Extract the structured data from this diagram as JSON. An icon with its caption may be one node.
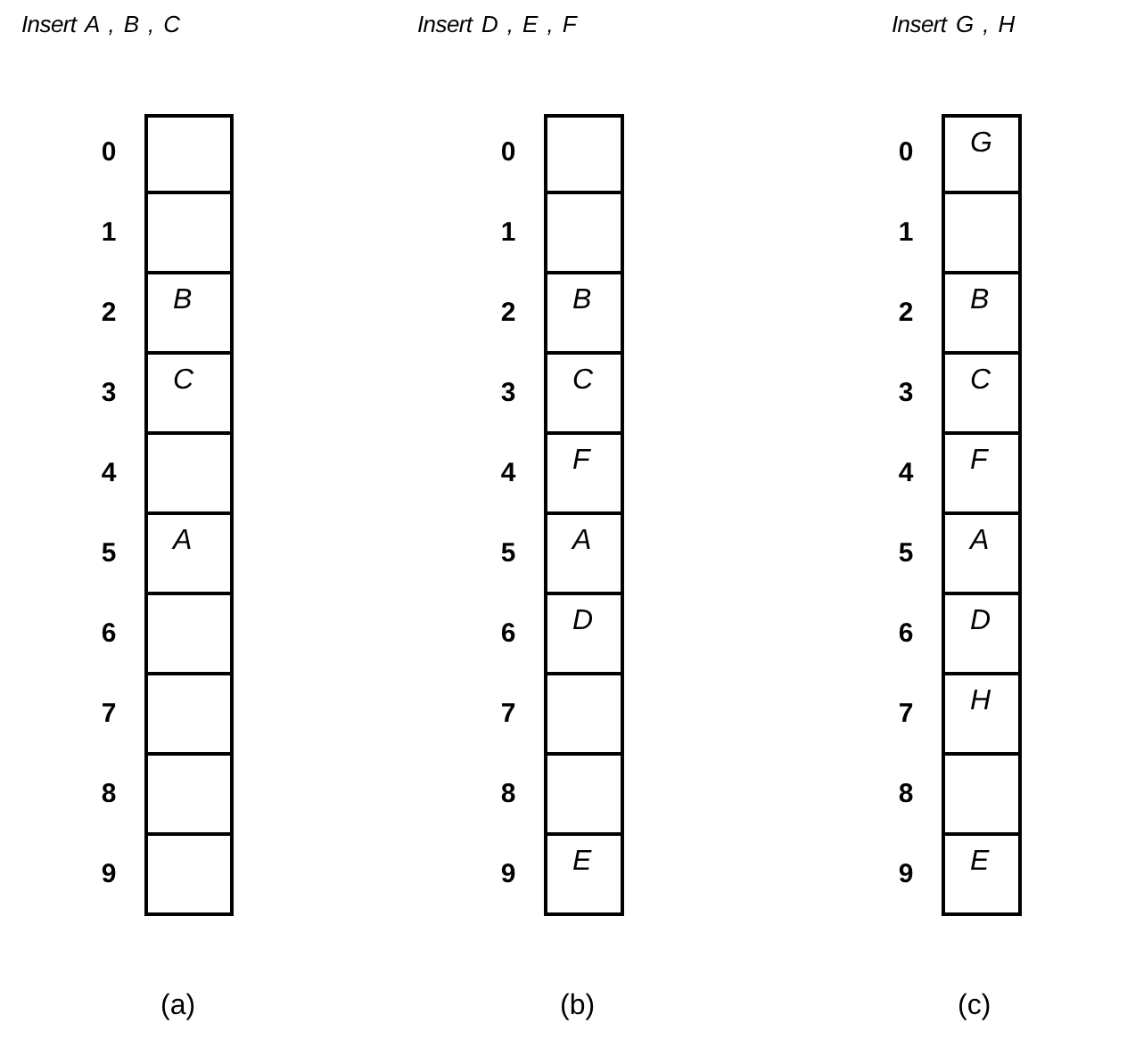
{
  "diagram": {
    "nodes": [
      {
        "text": [],
        "shape": "box",
        "beside": [
          "0"
        ]
      },
      {
        "text": [],
        "shape": "box",
        "beside": [
          "1"
        ]
      },
      {
        "text": [
          "B"
        ],
        "beside": [
          "2"
        ]
      },
      {
        "text": [
          "C"
        ],
        "beside": [
          "3"
        ]
      },
      {
        "text": [],
        "shape": "box",
        "beside": [
          "4"
        ]
      },
      {
        "text": [
          "A"
        ],
        "beside": [
          "5"
        ]
      },
      {
        "text": [],
        "shape": "box",
        "beside": [
          "6"
        ]
      },
      {
        "text": [],
        "shape": "box",
        "beside": [
          "7"
        ]
      },
      {
        "text": [],
        "shape": "box",
        "beside": [
          "8"
        ]
      },
      {
        "text": [],
        "shape": "box",
        "beside": [
          "9"
        ]
      },
      {
        "text": [],
        "shape": "box",
        "beside": [
          "0"
        ]
      },
      {
        "text": [],
        "shape": "box",
        "beside": [
          "1"
        ]
      },
      {
        "text": [
          "B"
        ],
        "beside": [
          "2"
        ]
      },
      {
        "text": [
          "C"
        ],
        "beside": [
          "3"
        ]
      },
      {
        "text": [
          "F"
        ],
        "beside": [
          "4"
        ]
      },
      {
        "text": [
          "A"
        ],
        "beside": [
          "5"
        ]
      },
      {
        "text": [
          "D"
        ],
        "beside": [
          "6"
        ]
      },
      {
        "text": [],
        "shape": "box",
        "beside": [
          "7"
        ]
      },
      {
        "text": [],
        "shape": "box",
        "beside": [
          "8"
        ]
      },
      {
        "text": [
          "E"
        ],
        "beside": [
          "9"
        ]
      },
      {
        "text": [
          "G"
        ],
        "beside": [
          "0"
        ]
      },
      {
        "text": [],
        "shape": "box",
        "beside": [
          "1"
        ]
      },
      {
        "text": [
          "B"
        ],
        "beside": [
          "2"
        ]
      },
      {
        "text": [
          "C"
        ],
        "beside": [
          "3"
        ]
      },
      {
        "text": [
          "F"
        ],
        "beside": [
          "4"
        ]
      },
      {
        "text": [
          "A"
        ],
        "beside": [
          "5"
        ]
      },
      {
        "text": [
          "D"
        ],
        "beside": [
          "6"
        ]
      },
      {
        "text": [
          "H"
        ],
        "beside": [
          "7"
        ]
      },
      {
        "text": [],
        "shape": "box",
        "beside": [
          "8"
        ]
      },
      {
        "text": [
          "E"
        ],
        "beside": [
          "9"
        ]
      }
    ],
    "labels": [
      "Insert A , B , C",
      "Insert D , E , F",
      "Insert G , H",
      "(a)",
      "(b)",
      "(c)"
    ]
  }
}
